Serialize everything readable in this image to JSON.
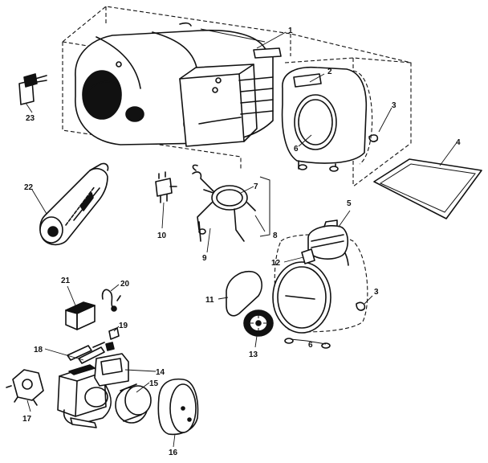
{
  "callouts": {
    "c1": "1",
    "c2": "2",
    "c3a": "3",
    "c3b": "3",
    "c4": "4",
    "c5": "5",
    "c6a": "6",
    "c6b": "6",
    "c7": "7",
    "c8": "8",
    "c9": "9",
    "c10": "10",
    "c11": "11",
    "c12": "12",
    "c13": "13",
    "c14": "14",
    "c15": "15",
    "c16": "16",
    "c17": "17",
    "c18": "18",
    "c19": "19",
    "c20": "20",
    "c21": "21",
    "c22": "22",
    "c23": "23"
  }
}
